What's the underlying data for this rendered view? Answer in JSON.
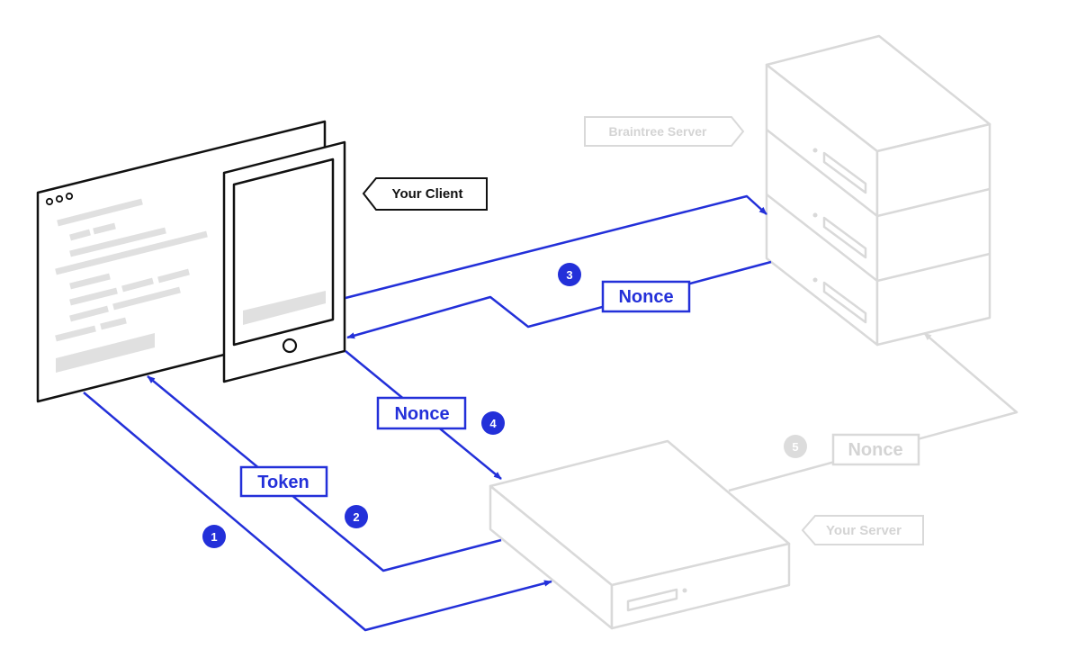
{
  "labels": {
    "braintree_server": "Braintree Server",
    "your_client": "Your Client",
    "your_server": "Your Server"
  },
  "tags": {
    "token": "Token",
    "nonce_3": "Nonce",
    "nonce_4": "Nonce",
    "nonce_5": "Nonce"
  },
  "steps": [
    "1",
    "2",
    "3",
    "4",
    "5"
  ],
  "colors": {
    "accent": "#2330d9",
    "ink": "#111111",
    "muted": "#d9d9d9",
    "placeholder": "#e0e0e0"
  }
}
